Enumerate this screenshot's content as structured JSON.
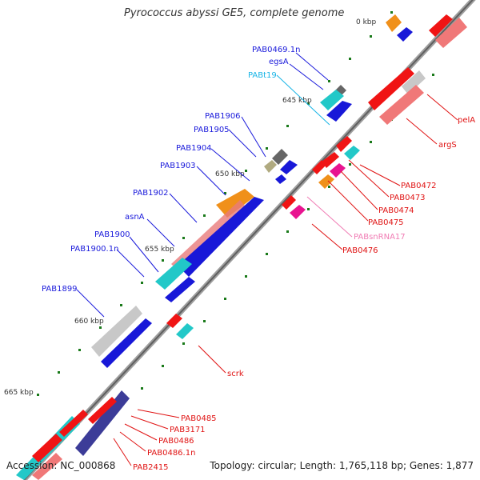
{
  "title": "Pyrococcus abyssi GE5, complete genome",
  "accession": "Accession: NC_000868",
  "summary": "Topology: circular; Length: 1,765,118 bp; Genes: 1,877",
  "colors": {
    "backbone": "#9e9e9e",
    "forward_label": "#1a1adb",
    "reverse_label": "#e01414",
    "trna_label": "#18b4e6",
    "ncrna_label": "#f07cb4",
    "tick": "#1a7a1a"
  },
  "ticks": [
    "0 kbp",
    "645 kbp",
    "650 kbp",
    "655 kbp",
    "660 kbp",
    "665 kbp"
  ],
  "forward_labels": [
    "PAB0469.1n",
    "egsA",
    "PABt19",
    "PAB1906",
    "PAB1905",
    "PAB1904",
    "PAB1903",
    "PAB1902",
    "asnA",
    "PAB1900",
    "PAB1900.1n",
    "PAB1899"
  ],
  "reverse_labels": [
    "pelA",
    "argS",
    "PAB0472",
    "PAB0473",
    "PAB0474",
    "PAB0475",
    "PABsnRNA17",
    "PAB0476",
    "scrk",
    "PAB0485",
    "PAB3171",
    "PAB0486",
    "PAB0486.1n",
    "PAB2415"
  ]
}
